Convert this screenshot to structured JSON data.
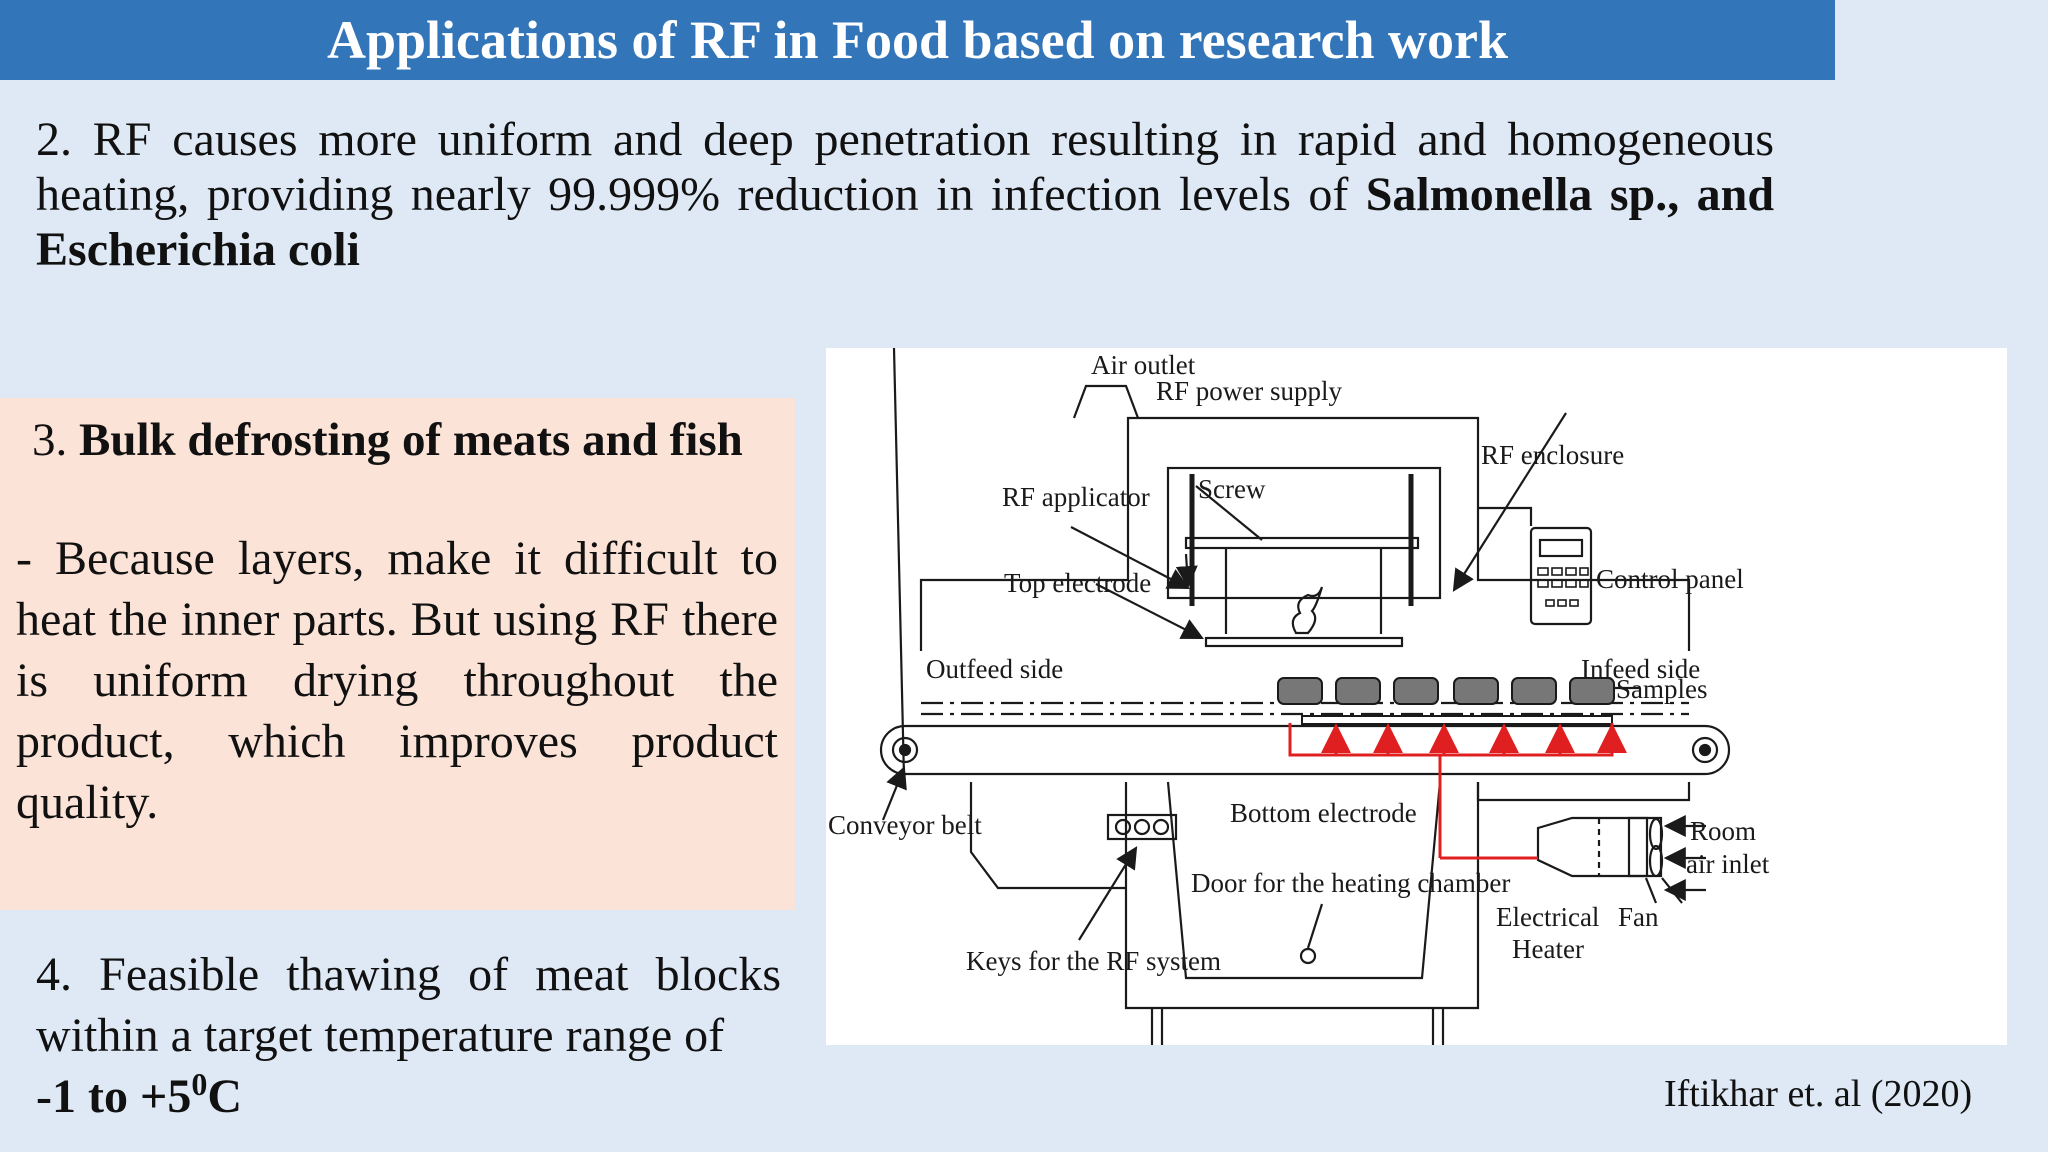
{
  "slide": {
    "title": "Applications of RF in Food based on research work"
  },
  "point2": {
    "text": "2. RF causes more uniform and deep penetration resulting in rapid and homogeneous heating, providing nearly 99.999% reduction in infection levels of",
    "bold": "Salmonella sp., and Escherichia coli"
  },
  "point3": {
    "number": "3.",
    "heading": "Bulk defrosting of meats and fish",
    "body": "- Because layers, make it difficult to heat the inner parts. But using RF there is uniform drying throughout the product, which improves product quality."
  },
  "point4": {
    "text": "4. Feasible thawing of meat blocks within a target temperature range of",
    "range_prefix": "-1 to +5",
    "degree": "0",
    "unit": "C"
  },
  "figure": {
    "labels": {
      "air_outlet": "Air outlet",
      "rf_power_supply": "RF power supply",
      "rf_enclosure": "RF enclosure",
      "screw": "Screw",
      "rf_applicator": "RF applicator",
      "top_electrode": "Top electrode",
      "control_panel": "Control panel",
      "outfeed_side": "Outfeed side",
      "infeed_side": "Infeed side",
      "samples": "Samples",
      "conveyor_belt": "Conveyor belt",
      "bottom_electrode": "Bottom electrode",
      "room": "Room",
      "air_inlet": "air inlet",
      "door": "Door for the heating chamber",
      "electrical": "Electrical",
      "heater": "Heater",
      "fan": "Fan",
      "keys": "Keys for the RF system"
    },
    "colors": {
      "wiring": "#e02020",
      "outline": "#1a1a1a",
      "sample_fill": "#777777"
    }
  },
  "citation": "Iftikhar et. al (2020)",
  "theme": {
    "title_bar": "#3375b9",
    "background": "#dfe9f5",
    "highlight_box": "#fbe3d7"
  }
}
